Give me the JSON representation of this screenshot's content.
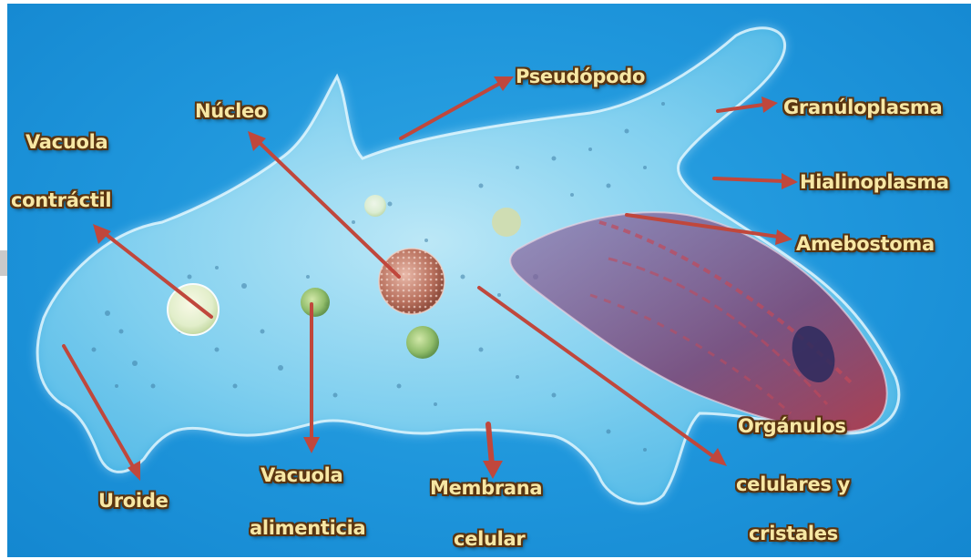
{
  "labels": {
    "pseudopodo": "Pseudópodo",
    "nucleo": "Núcleo",
    "vacuola_contractil_line1": "Vacuola",
    "vacuola_contractil_line2": "contráctil",
    "granuloplasma": "Granúloplasma",
    "hialinoplasma": "Hialinoplasma",
    "amebostoma": "Amebostoma",
    "uroide": "Uroide",
    "vacuola_alimenticia_line1": "Vacuola",
    "vacuola_alimenticia_line2": "alimenticia",
    "membrana_celular_line1": "Membrana",
    "membrana_celular_line2": "celular",
    "organulos_line1": "Orgánulos",
    "organulos_line2": "celulares y",
    "organulos_line3": "cristales"
  },
  "colors": {
    "background": "#1e95db",
    "arrow": "#c0473c",
    "label_text": "#f7e7a4",
    "label_outline": "#5a3410"
  }
}
